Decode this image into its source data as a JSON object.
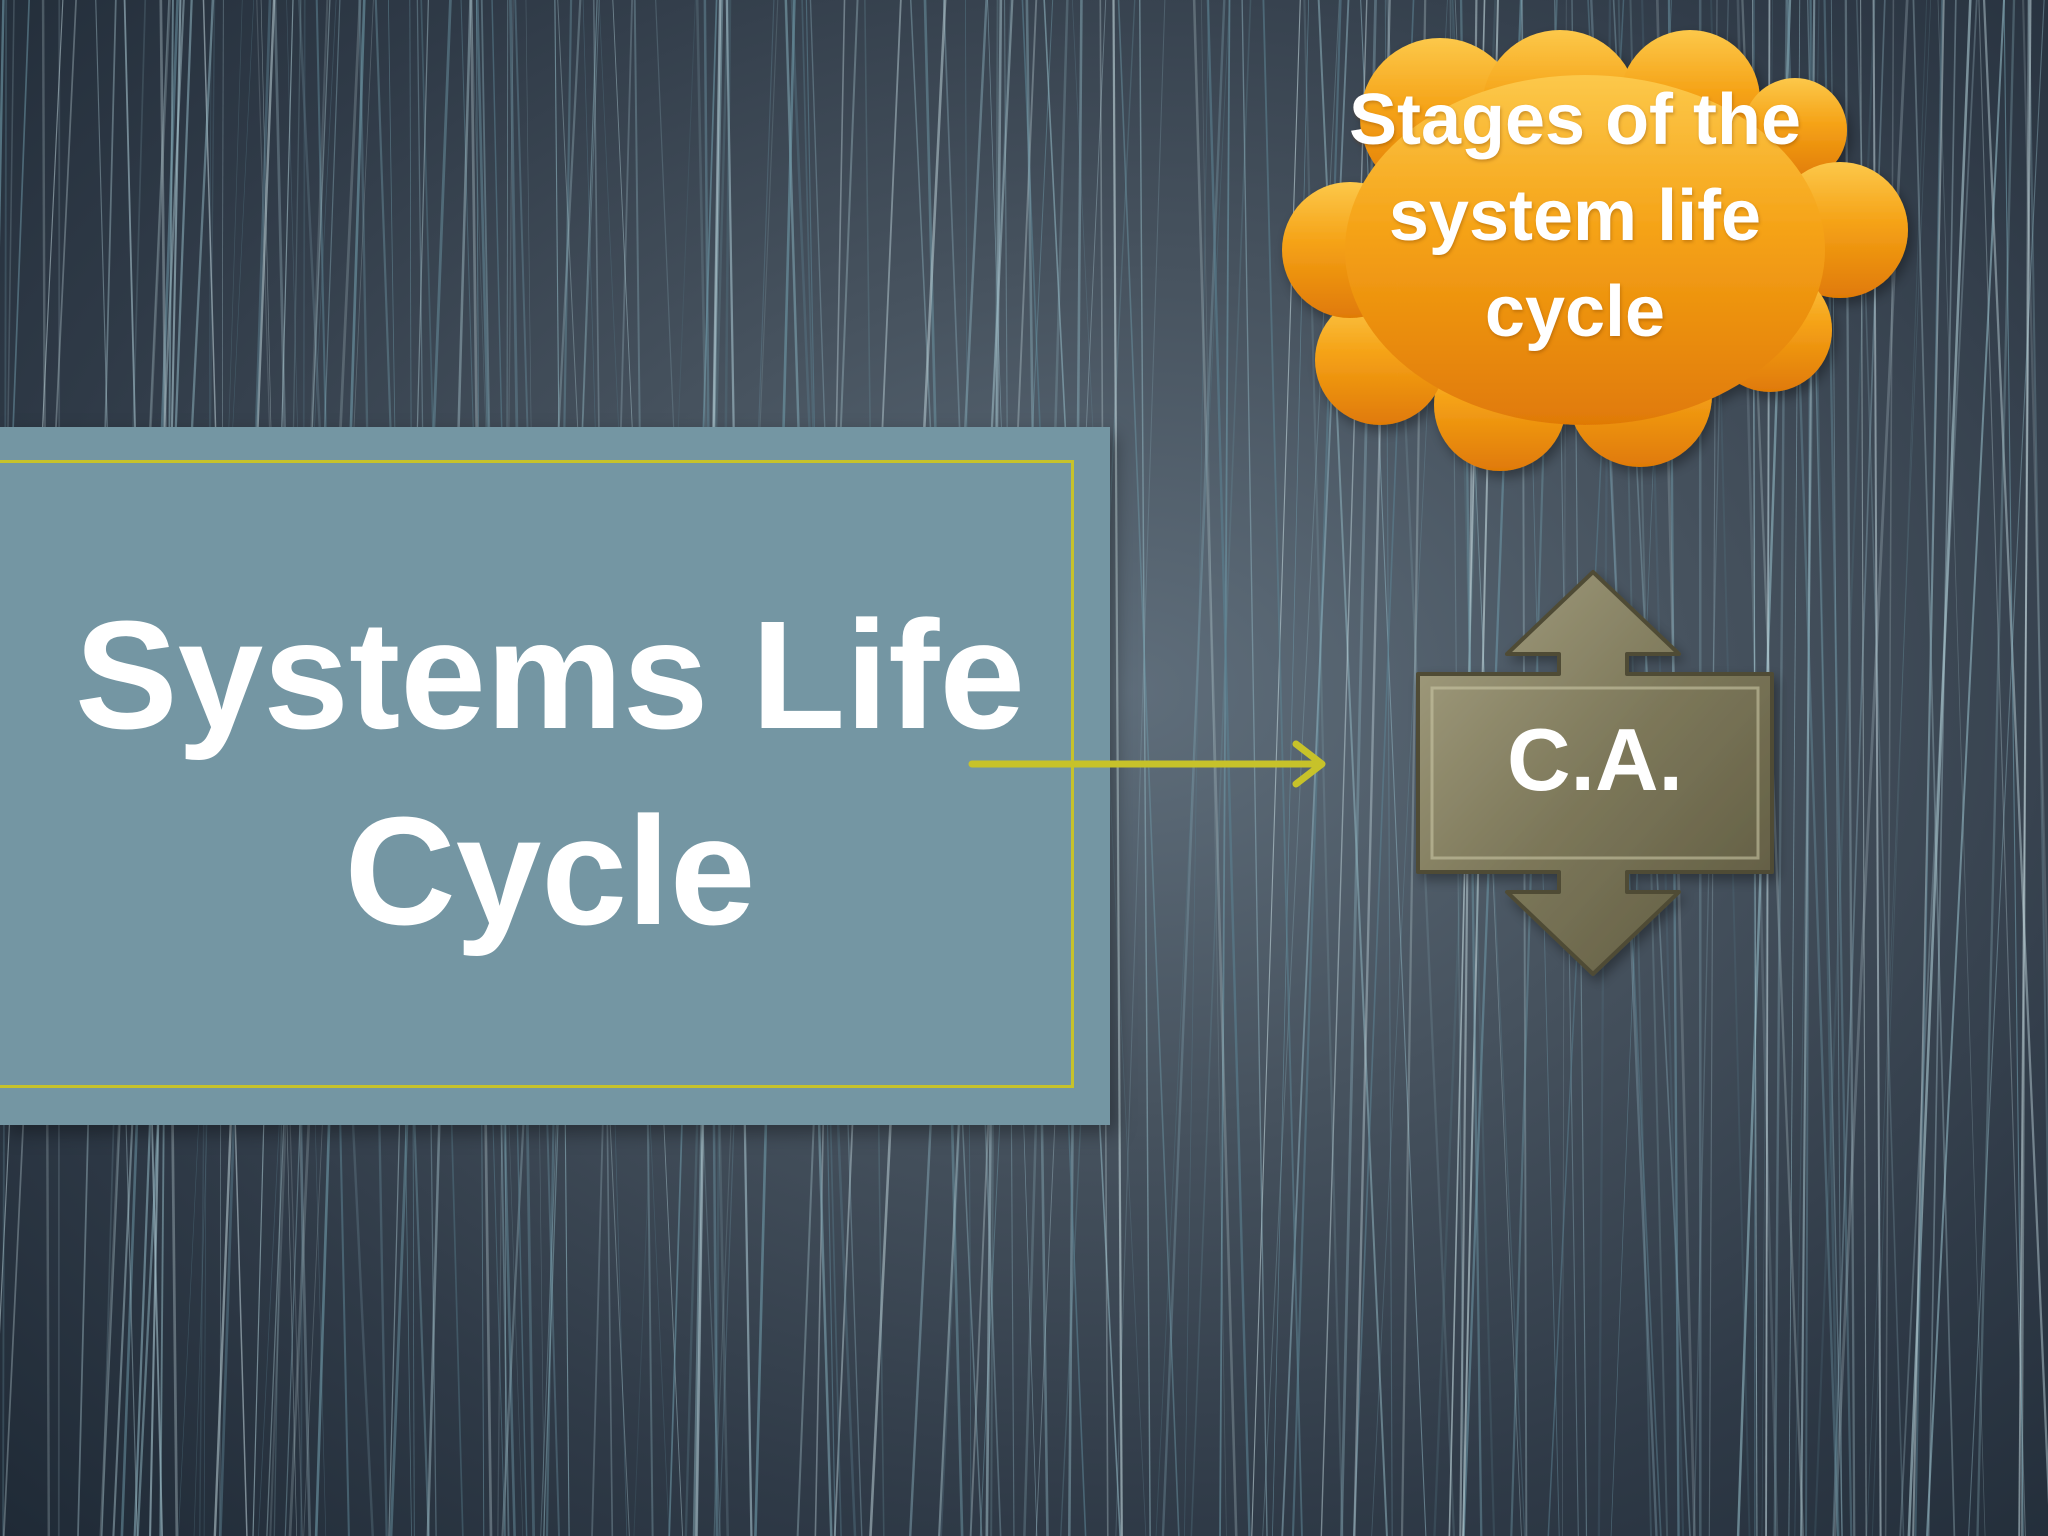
{
  "slide": {
    "title": "Systems Life Cycle",
    "cloud_label": "Stages of the system life cycle",
    "arrow_box_label": "C.A."
  },
  "colors": {
    "background": "#3b4754",
    "title_box": "#7496a3",
    "accent_yellow": "#c7c22a",
    "cloud_orange": "#f39c12",
    "arrow_box": "#7b7659",
    "text": "#ffffff"
  },
  "icons": {
    "cloud": "cloud-callout-shape",
    "connector": "right-arrow-icon",
    "double_arrow": "up-down-arrow-callout-shape"
  }
}
